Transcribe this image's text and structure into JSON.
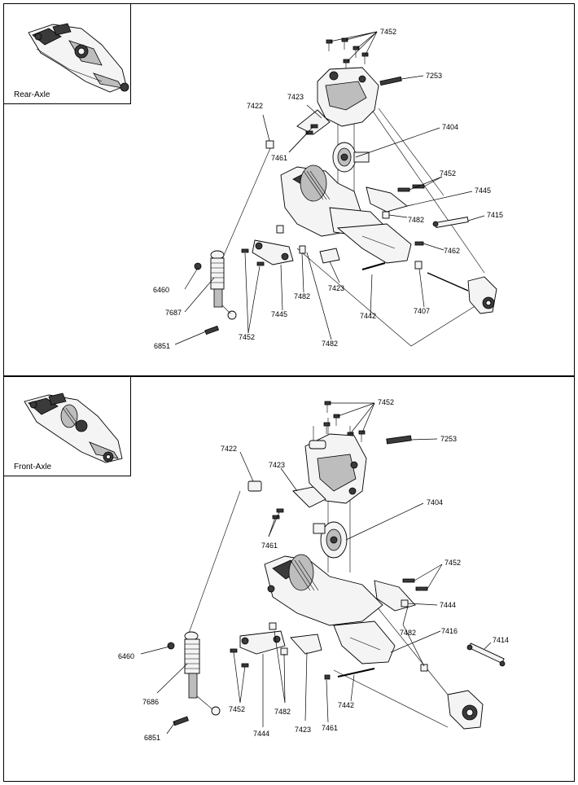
{
  "rear": {
    "caption": "Rear-Axle",
    "labels": {
      "p7452a": "7452",
      "p7253": "7253",
      "p7423a": "7423",
      "p7422": "7422",
      "p7404": "7404",
      "p7461": "7461",
      "p7452b": "7452",
      "p7445a": "7445",
      "p7415": "7415",
      "p7482a": "7482",
      "p7462": "7462",
      "p6460": "6460",
      "p7687": "7687",
      "p7423b": "7423",
      "p7482b": "7482",
      "p7445b": "7445",
      "p7407": "7407",
      "p7442": "7442",
      "p6851": "6851",
      "p7452c": "7452",
      "p7482c": "7482"
    }
  },
  "front": {
    "caption": "Front-Axle",
    "labels": {
      "p7452a": "7452",
      "p7253": "7253",
      "p7422": "7422",
      "p7423a": "7423",
      "p7404": "7404",
      "p7461a": "7461",
      "p7452b": "7452",
      "p7444a": "7444",
      "p7416": "7416",
      "p7414": "7414",
      "p7482a": "7482",
      "p6460": "6460",
      "p7686": "7686",
      "p7452c": "7452",
      "p7482b": "7482",
      "p7444b": "7444",
      "p7423b": "7423",
      "p7461b": "7461",
      "p7442": "7442",
      "p6851": "6851"
    }
  }
}
